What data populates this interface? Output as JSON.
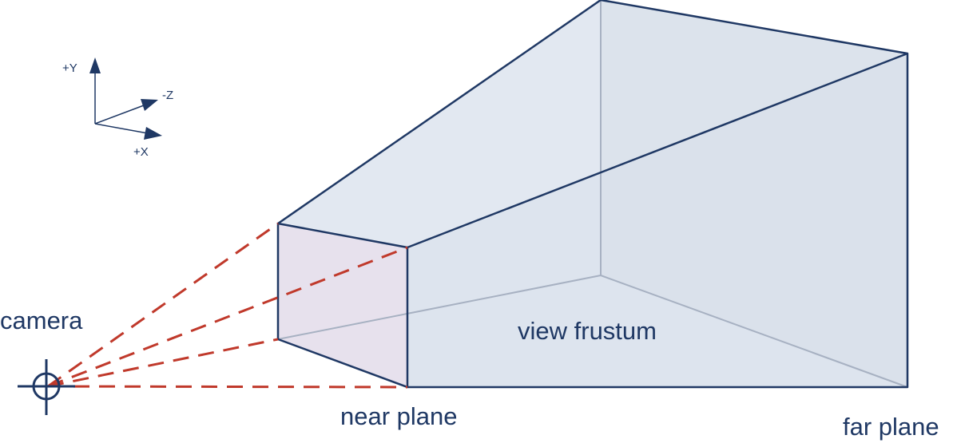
{
  "labels": {
    "camera": "camera",
    "view_frustum": "view frustum",
    "near_plane": "near plane",
    "far_plane": "far plane"
  },
  "axes": {
    "y": "+Y",
    "z": "-Z",
    "x": "+X"
  },
  "colors": {
    "edge": "#1f3864",
    "hidden_edge": "#9aa6b8",
    "ray": "#c0392b",
    "frustum_fill": "#dfe6f0",
    "near_fill": "#e6e0ec"
  }
}
